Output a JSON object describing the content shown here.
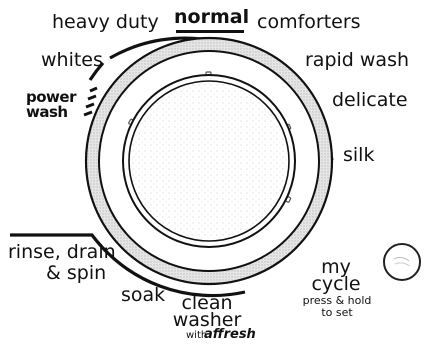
{
  "cycles": {
    "heavy_duty": "heavy duty",
    "normal": "normal",
    "comforters": "comforters",
    "whites": "whites",
    "rapid_wash": "rapid wash",
    "delicate": "delicate",
    "silk": "silk",
    "rinse_line1": "rinse, drain",
    "rinse_line2": "& spin",
    "soak": "soak",
    "clean_washer_line1": "clean",
    "clean_washer_line2": "washer",
    "with": "with",
    "affresh": "affresh"
  },
  "power_wash": {
    "line1": "power",
    "line2": "wash"
  },
  "my_cycle": {
    "line1": "my",
    "line2": "cycle",
    "hint1": "press & hold",
    "hint2": "to set"
  },
  "colors": {
    "ink": "#111111",
    "knob_grey": "#d9d9d9",
    "background": "#ffffff"
  },
  "icons": {
    "knob": "cycle-selector-knob",
    "my_cycle": "my-cycle-button-icon"
  }
}
